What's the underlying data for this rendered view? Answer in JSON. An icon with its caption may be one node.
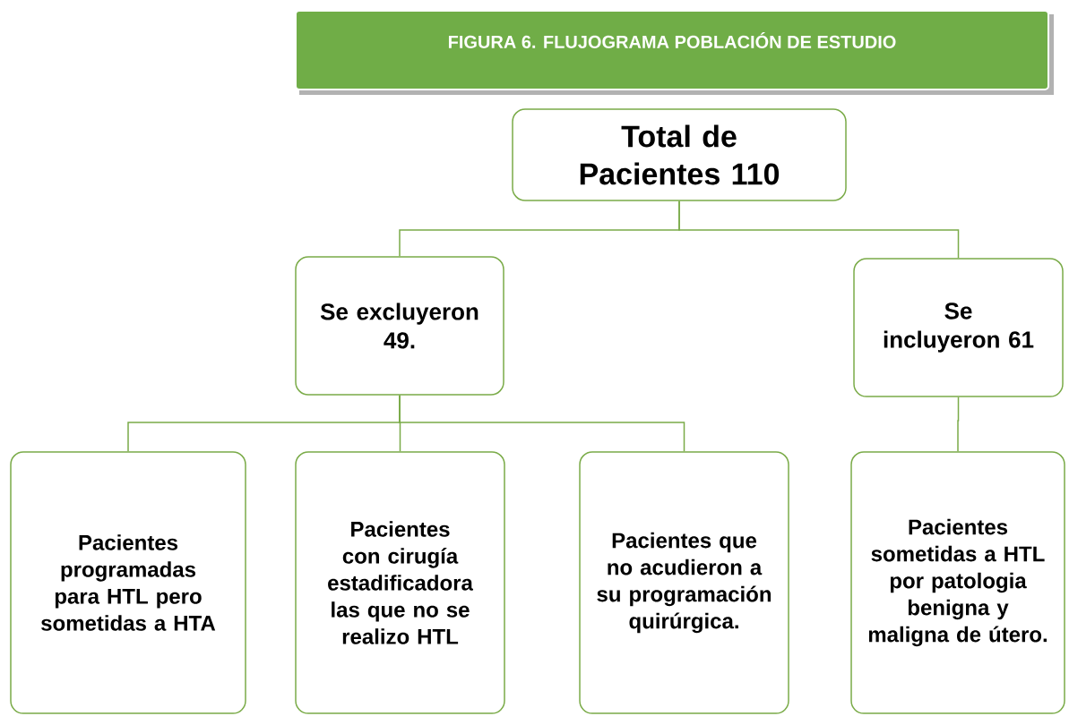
{
  "diagram": {
    "title": "FIGURA 6. FLUJOGRAMA POBLACIÓN DE ESTUDIO",
    "nodes": [
      {
        "text": [
          "Total de Pacientes 110"
        ]
      },
      {
        "text": [
          "Se excluyeron 49."
        ]
      },
      {
        "text": [
          "Se incluyeron 61"
        ]
      },
      {
        "text": [
          "Pacientes programadas para HTL pero sometidas a HTA"
        ]
      },
      {
        "text": [
          "Pacientes con cirugía estadificadora las que no se realizo HTL"
        ]
      },
      {
        "text": [
          "Pacientes que no acudieron a su programación quirúrgica."
        ]
      },
      {
        "text": [
          "Pacientes sometidas a HTL por patologia benigna y maligna de útero."
        ]
      }
    ],
    "edges": [
      {
        "from": 0,
        "to": 1,
        "arrow": "none"
      },
      {
        "from": 0,
        "to": 2,
        "arrow": "none"
      },
      {
        "from": 1,
        "to": 3,
        "arrow": "none"
      },
      {
        "from": 1,
        "to": 4,
        "arrow": "none"
      },
      {
        "from": 1,
        "to": 5,
        "arrow": "none"
      },
      {
        "from": 2,
        "to": 6,
        "arrow": "none"
      }
    ]
  }
}
